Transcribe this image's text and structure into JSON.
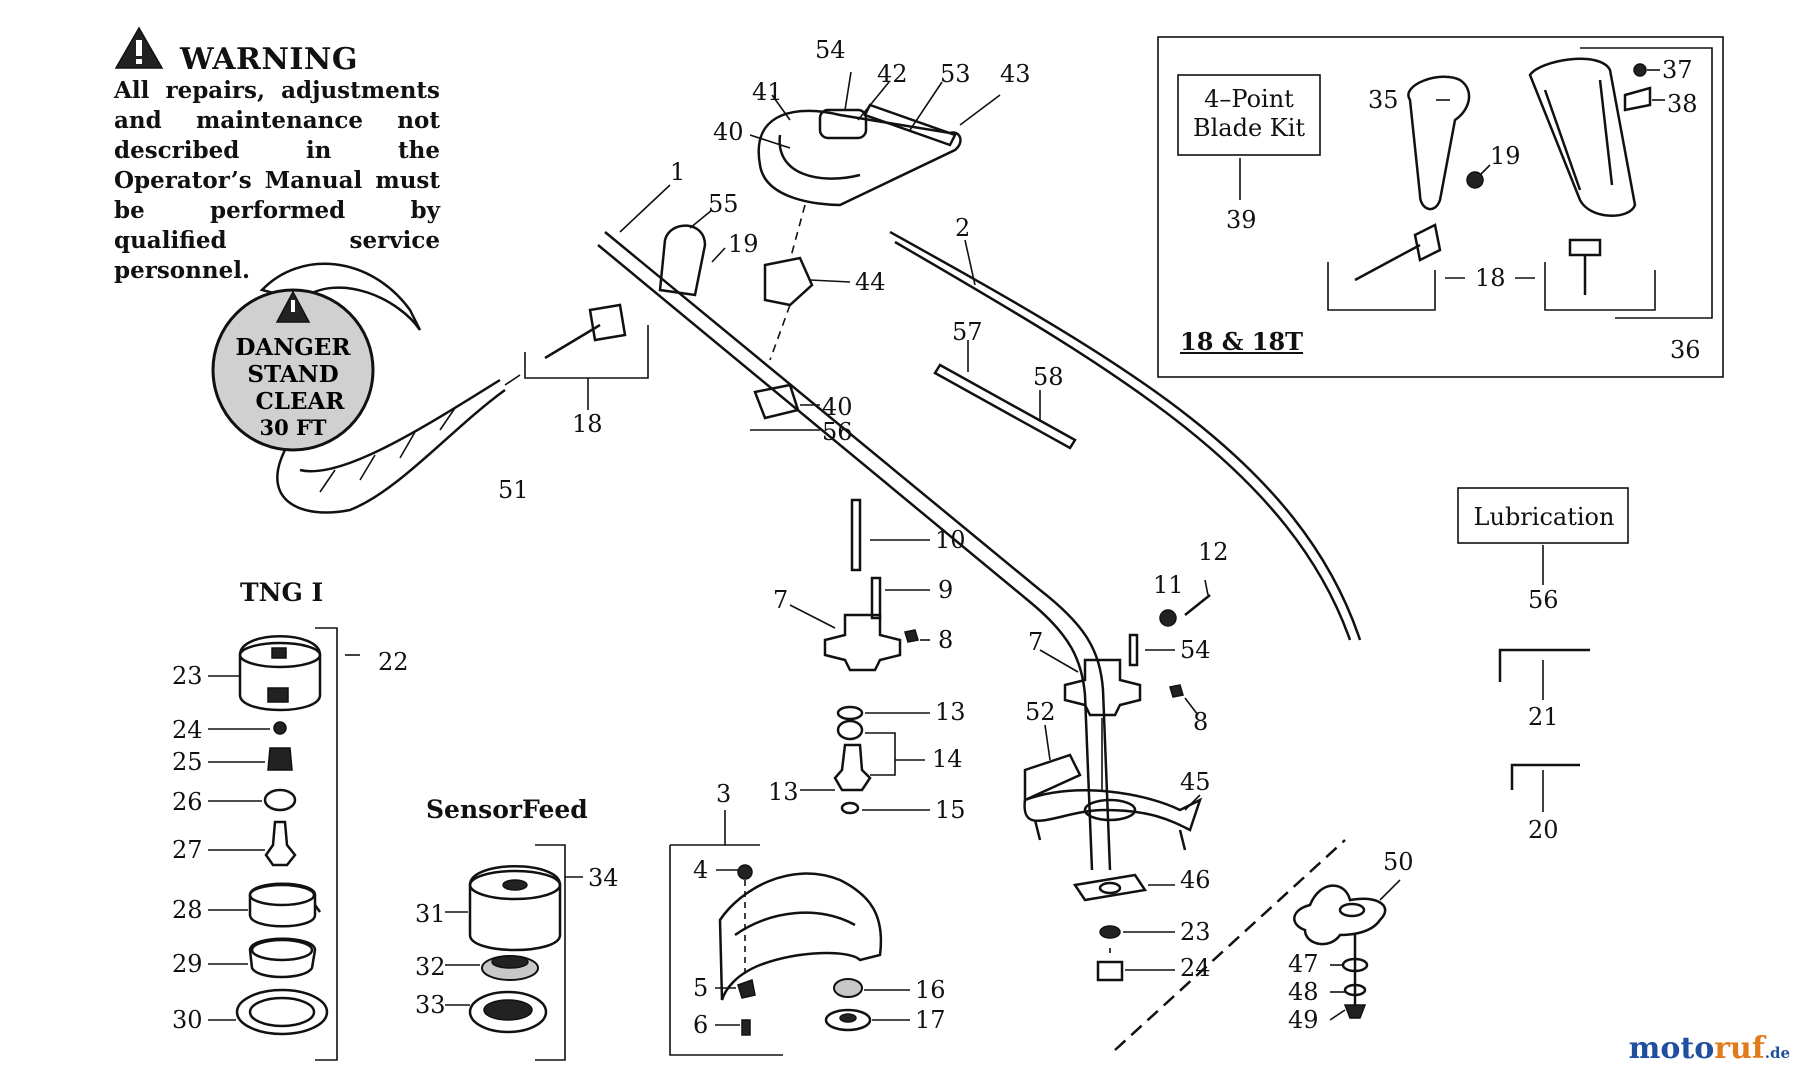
{
  "warning": {
    "title": "WARNING",
    "text": "All repairs, adjustments and maintenance not described in the Operator’s Manual must be performed by qualified service personnel."
  },
  "danger_label": [
    "DANGER",
    "STAND",
    "CLEAR",
    "30 FT"
  ],
  "kit_box": {
    "line1": "4–Point",
    "line2": "Blade Kit",
    "part": "39",
    "footer": "18 & 18T"
  },
  "lubrication_box": {
    "label": "Lubrication",
    "part": "56"
  },
  "headings": {
    "tng": "TNG I",
    "sensorfeed": "SensorFeed"
  },
  "watermark": {
    "part1": "moto",
    "part2": "ruf",
    "tld": ".de"
  },
  "callouts": [
    "54",
    "42",
    "53",
    "43",
    "41",
    "40",
    "1",
    "55",
    "19",
    "44",
    "2",
    "18",
    "57",
    "58",
    "40",
    "56",
    "51",
    "35",
    "37",
    "38",
    "19",
    "39",
    "18",
    "36",
    "10",
    "9",
    "7",
    "8",
    "12",
    "11",
    "54",
    "7",
    "8",
    "13",
    "14",
    "13",
    "15",
    "52",
    "45",
    "46",
    "23",
    "24",
    "50",
    "47",
    "48",
    "49",
    "56",
    "21",
    "20",
    "22",
    "23",
    "24",
    "25",
    "26",
    "27",
    "28",
    "29",
    "30",
    "34",
    "31",
    "32",
    "33",
    "3",
    "4",
    "5",
    "6",
    "16",
    "17"
  ]
}
